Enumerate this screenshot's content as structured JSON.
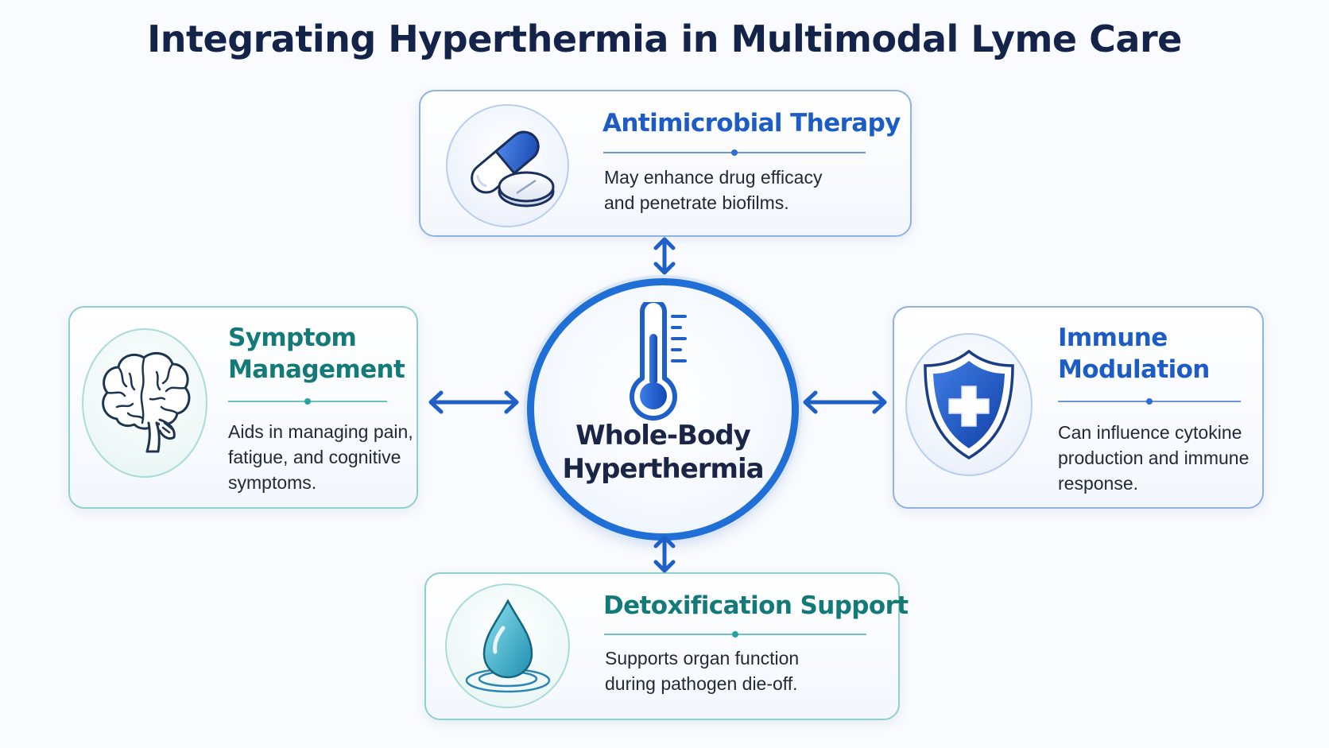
{
  "title": "Integrating Hyperthermia in Multimodal Lyme Care",
  "center": {
    "line1": "Whole-Body",
    "line2": "Hyperthermia",
    "icon": "thermometer-icon"
  },
  "cards": {
    "top": {
      "title": "Antimicrobial Therapy",
      "desc_line1": "May enhance drug efficacy",
      "desc_line2": "and penetrate biofilms.",
      "icon": "pill-icon",
      "theme": "blue"
    },
    "left": {
      "title_line1": "Symptom",
      "title_line2": "Management",
      "desc_line1": "Aids in managing pain,",
      "desc_line2": "fatigue, and cognitive",
      "desc_line3": "symptoms.",
      "icon": "brain-icon",
      "theme": "teal"
    },
    "right": {
      "title_line1": "Immune",
      "title_line2": "Modulation",
      "desc_line1": "Can influence cytokine",
      "desc_line2": "production and immune",
      "desc_line3": "response.",
      "icon": "shield-cross-icon",
      "theme": "blue"
    },
    "bottom": {
      "title": "Detoxification Support",
      "desc_line1": "Supports organ function",
      "desc_line2": "during pathogen die-off.",
      "icon": "water-drop-icon",
      "theme": "teal"
    }
  },
  "colors": {
    "accent_blue": "#1f6fd6",
    "accent_teal": "#137a78",
    "title_navy": "#14234a"
  }
}
